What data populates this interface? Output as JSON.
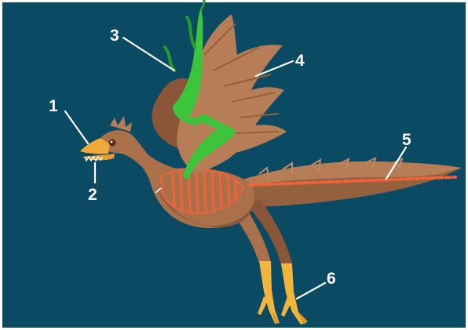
{
  "diagram": {
    "colors": {
      "background": "#0a4a63",
      "border": "#ffffff",
      "body": "#a9704a",
      "body_dark": "#8a5538",
      "feather": "#b67d57",
      "feather_dark": "#94613f",
      "beak": "#f2a93b",
      "skeleton": "#f0623a",
      "wing_bone": "#3cc43a",
      "wing_bone_dark": "#2a9a2c",
      "feet": "#f2b43a",
      "label": "#ffffff"
    },
    "callouts": [
      {
        "number": "1",
        "part": "beak"
      },
      {
        "number": "2",
        "part": "teeth"
      },
      {
        "number": "3",
        "part": "wing-claws"
      },
      {
        "number": "4",
        "part": "wing-feathers"
      },
      {
        "number": "5",
        "part": "bony-tail"
      },
      {
        "number": "6",
        "part": "feet-claws"
      }
    ]
  }
}
